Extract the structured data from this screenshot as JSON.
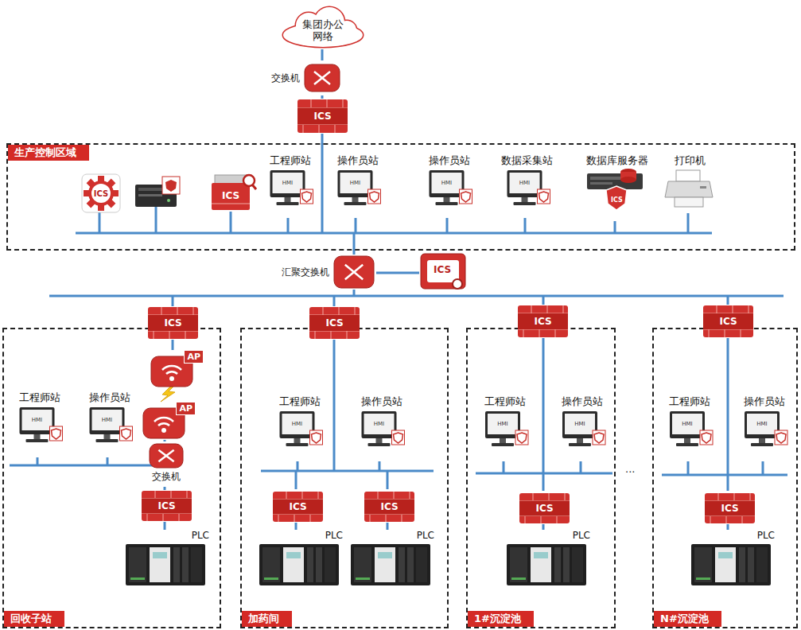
{
  "diagram": {
    "nodes": [
      {
        "text": [
          "集团办公 网络"
        ]
      },
      {
        "text": [
          "交换机"
        ]
      },
      {
        "text": [
          "ICS"
        ]
      },
      {
        "text": [
          "生产控制区域"
        ]
      },
      {
        "text": [
          "ICS"
        ],
        "in": 3
      },
      {
        "text": [
          "ICS"
        ],
        "in": 3
      },
      {
        "text": [
          "工程师站",
          "HMI"
        ],
        "in": 3
      },
      {
        "text": [
          "操作员站",
          "HMI"
        ],
        "in": 3
      },
      {
        "text": [
          "操作员站",
          "HMI"
        ],
        "in": 3
      },
      {
        "text": [
          "数据采集站",
          "HMI"
        ],
        "in": 3
      },
      {
        "text": [
          "数据库服务器",
          "ICS"
        ],
        "in": 3
      },
      {
        "text": [
          "打印机"
        ],
        "in": 3
      },
      {
        "text": [
          "汇聚交换机"
        ]
      },
      {
        "text": [
          "ICS"
        ]
      },
      {
        "text": [
          "回收子站"
        ]
      },
      {
        "text": [
          "ICS"
        ]
      },
      {
        "text": [
          "AP"
        ],
        "in": 14
      },
      {
        "text": [
          "AP"
        ],
        "in": 14
      },
      {
        "text": [
          "工程师站",
          "HMI"
        ],
        "in": 14
      },
      {
        "text": [
          "操作员站",
          "HMI"
        ],
        "in": 14
      },
      {
        "text": [
          "交换机"
        ],
        "in": 14
      },
      {
        "text": [
          "ICS"
        ],
        "in": 14
      },
      {
        "text": [
          "PLC"
        ],
        "in": 14
      },
      {
        "text": [
          "加药间"
        ]
      },
      {
        "text": [
          "ICS"
        ]
      },
      {
        "text": [
          "工程师站",
          "HMI"
        ],
        "in": 23
      },
      {
        "text": [
          "操作员站",
          "HMI"
        ],
        "in": 23
      },
      {
        "text": [
          "ICS"
        ],
        "in": 23
      },
      {
        "text": [
          "ICS"
        ],
        "in": 23
      },
      {
        "text": [
          "PLC"
        ],
        "in": 23
      },
      {
        "text": [
          "PLC"
        ],
        "in": 23
      },
      {
        "text": [
          "1#沉淀池"
        ]
      },
      {
        "text": [
          "ICS"
        ]
      },
      {
        "text": [
          "工程师站",
          "HMI"
        ],
        "in": 31
      },
      {
        "text": [
          "操作员站",
          "HMI"
        ],
        "in": 31
      },
      {
        "text": [
          "ICS"
        ],
        "in": 31
      },
      {
        "text": [
          "PLC"
        ],
        "in": 31
      },
      {
        "text": [
          "N#沉淀池"
        ]
      },
      {
        "text": [
          "ICS"
        ]
      },
      {
        "text": [
          "工程师站",
          "HMI"
        ],
        "in": 37
      },
      {
        "text": [
          "操作员站",
          "HMI"
        ],
        "in": 37
      },
      {
        "text": [
          "ICS"
        ],
        "in": 37
      },
      {
        "text": [
          "PLC"
        ],
        "in": 37
      }
    ],
    "edges": [
      {
        "from": 0,
        "to": 1,
        "arrow": "none"
      },
      {
        "from": 1,
        "to": 2,
        "arrow": "none"
      },
      {
        "from": 15,
        "to": 16,
        "arrow": "none"
      },
      {
        "from": 17,
        "to": 20,
        "arrow": "none"
      },
      {
        "from": 20,
        "to": 21,
        "arrow": "none"
      },
      {
        "from": 21,
        "to": 22,
        "arrow": "none"
      },
      {
        "from": 27,
        "to": 29,
        "arrow": "none"
      },
      {
        "from": 28,
        "to": 30,
        "arrow": "none"
      },
      {
        "from": 35,
        "to": 36,
        "arrow": "none"
      },
      {
        "from": 41,
        "to": 42,
        "arrow": "none"
      }
    ],
    "labels": [
      "..."
    ]
  }
}
